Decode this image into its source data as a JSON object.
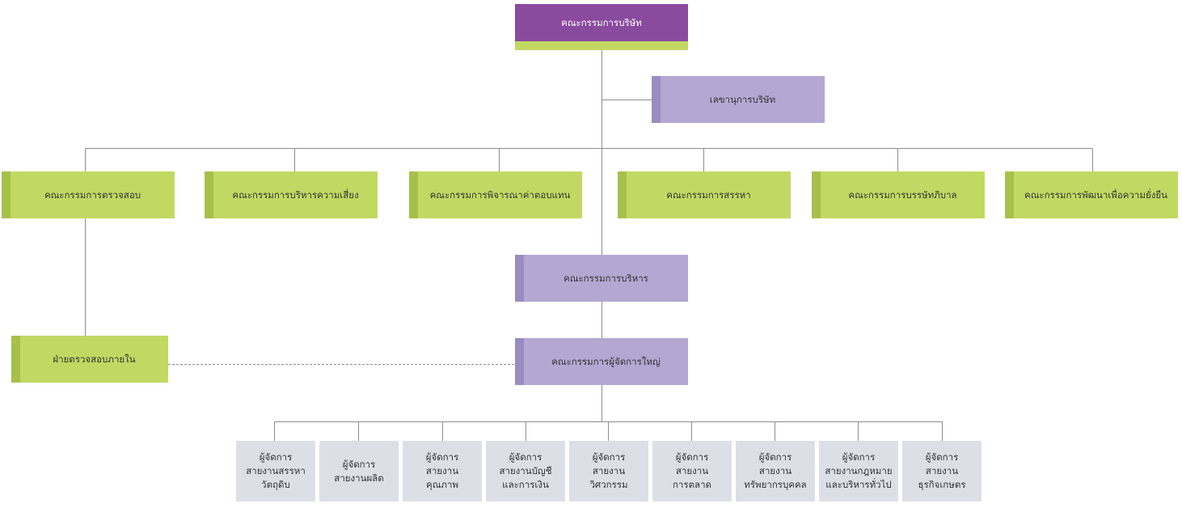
{
  "board": "คณะกรรมการบริษัท",
  "secretary": "เลขานุการบริษัท",
  "committees": [
    "คณะกรรมการตรวจสอบ",
    "คณะกรรมการบริหารความเสี่ยง",
    "คณะกรรมการพิจารณาค่าตอบแทน",
    "คณะกรรมการสรรหา",
    "คณะกรรมการบรรษัทภิบาล",
    "คณะกรรมการพัฒนาเพื่อความยั่งยืน"
  ],
  "executive": "คณะกรรมการบริหาร",
  "internal_audit": "ฝ่ายตรวจสอบภายใน",
  "md_committee": "คณะกรรมการผู้จัดการใหญ่",
  "managers": [
    [
      "ผู้จัดการ",
      "สายงานสรรหา",
      "วัตถุดิบ"
    ],
    [
      "ผู้จัดการ",
      "สายงานผลิต"
    ],
    [
      "ผู้จัดการ",
      "สายงาน",
      "คุณภาพ"
    ],
    [
      "ผู้จัดการ",
      "สายงานบัญชี",
      "และการเงิน"
    ],
    [
      "ผู้จัดการ",
      "สายงาน",
      "วิศวกรรม"
    ],
    [
      "ผู้จัดการ",
      "สายงาน",
      "การตลาด"
    ],
    [
      "ผู้จัดการ",
      "สายงาน",
      "ทรัพยากรบุคคล"
    ],
    [
      "ผู้จัดการ",
      "สายงานกฎหมาย",
      "และบริหารทั่วไป"
    ],
    [
      "ผู้จัดการ",
      "สายงาน",
      "ธุรกิจเกษตร"
    ]
  ],
  "colors": {
    "board": "#8a4a9e",
    "green": "#c1d962",
    "lavender": "#b4a7d2",
    "gray": "#dcdfe6",
    "line": "#888888"
  }
}
